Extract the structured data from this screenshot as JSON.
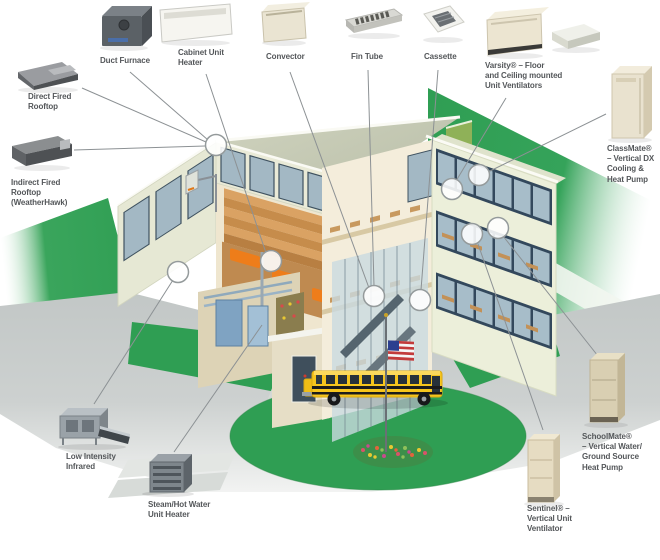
{
  "products": [
    {
      "id": "direct-fired-rooftop",
      "label": "Direct Fired\nRooftop"
    },
    {
      "id": "duct-furnace",
      "label": "Duct Furnace"
    },
    {
      "id": "cabinet-unit-heater",
      "label": "Cabinet Unit\nHeater"
    },
    {
      "id": "convector",
      "label": "Convector"
    },
    {
      "id": "fin-tube",
      "label": "Fin Tube"
    },
    {
      "id": "cassette",
      "label": "Cassette"
    },
    {
      "id": "varsity",
      "label": "Varsity® – Floor\nand Ceiling mounted\nUnit Ventilators"
    },
    {
      "id": "classmate",
      "label": "ClassMate®\n– Vertical DX\nCooling &\nHeat Pump"
    },
    {
      "id": "indirect-fired-rooftop",
      "label": "Indirect Fired\nRooftop\n(WeatherHawk)"
    },
    {
      "id": "low-intensity-infrared",
      "label": "Low Intensity\nInfrared"
    },
    {
      "id": "steam-hot-water-unit-heater",
      "label": "Steam/Hot Water\nUnit Heater"
    },
    {
      "id": "schoolmate",
      "label": "SchoolMate®\n– Vertical Water/\nGround Source\nHeat Pump"
    },
    {
      "id": "sentinel",
      "label": "Sentinel® –\nVertical Unit\nVentilator"
    }
  ],
  "colors": {
    "lawn_green": "#2f9e53",
    "road_gray": "#c7cbca",
    "accent_wall_green": "#8fb158",
    "bus_yellow": "#f6c51d",
    "label_text": "#54575a",
    "window_glass": "#a3b8c4",
    "bleacher_tan": "#daa263",
    "floor_orange": "#ee7d1a"
  }
}
